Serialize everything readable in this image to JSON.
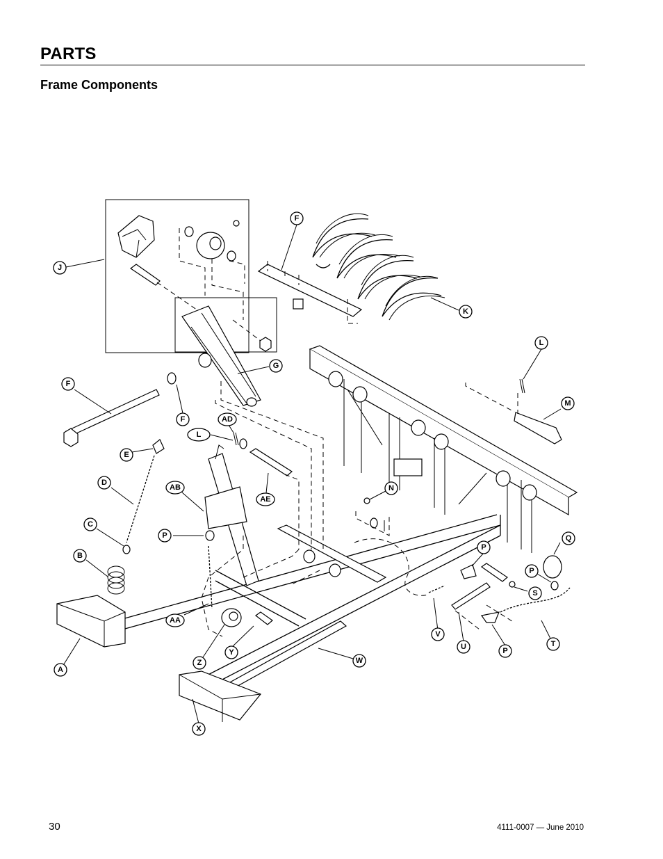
{
  "header": {
    "section": "PARTS",
    "subtitle": "Frame Components"
  },
  "footer": {
    "page_number": "30",
    "doc_ref": "4111-0007 — June 2010"
  },
  "diagram": {
    "callouts": [
      {
        "key": "F-top",
        "label": "F"
      },
      {
        "key": "J",
        "label": "J"
      },
      {
        "key": "K",
        "label": "K"
      },
      {
        "key": "G",
        "label": "G"
      },
      {
        "key": "L-right",
        "label": "L"
      },
      {
        "key": "F-left",
        "label": "F"
      },
      {
        "key": "F-washer",
        "label": "F"
      },
      {
        "key": "M",
        "label": "M"
      },
      {
        "key": "AD",
        "label": "AD"
      },
      {
        "key": "L-left",
        "label": "L"
      },
      {
        "key": "E",
        "label": "E"
      },
      {
        "key": "D",
        "label": "D"
      },
      {
        "key": "AB",
        "label": "AB"
      },
      {
        "key": "AE",
        "label": "AE"
      },
      {
        "key": "N",
        "label": "N"
      },
      {
        "key": "C",
        "label": "C"
      },
      {
        "key": "P-left",
        "label": "P"
      },
      {
        "key": "B",
        "label": "B"
      },
      {
        "key": "Q",
        "label": "Q"
      },
      {
        "key": "P-top",
        "label": "P"
      },
      {
        "key": "P-right",
        "label": "P"
      },
      {
        "key": "S",
        "label": "S"
      },
      {
        "key": "AA",
        "label": "AA"
      },
      {
        "key": "V",
        "label": "V"
      },
      {
        "key": "T",
        "label": "T"
      },
      {
        "key": "U",
        "label": "U"
      },
      {
        "key": "P-bottom",
        "label": "P"
      },
      {
        "key": "Y",
        "label": "Y"
      },
      {
        "key": "A",
        "label": "A"
      },
      {
        "key": "Z",
        "label": "Z"
      },
      {
        "key": "W",
        "label": "W"
      },
      {
        "key": "X",
        "label": "X"
      }
    ]
  }
}
